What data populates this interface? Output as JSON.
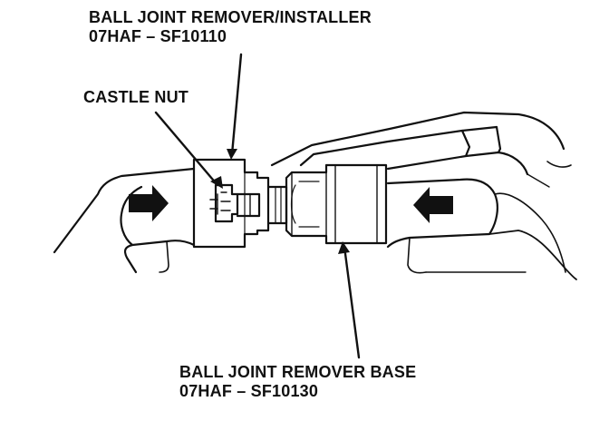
{
  "labels": {
    "installer": {
      "name": "BALL JOINT REMOVER/INSTALLER",
      "part_number": "07HAF – SF10110"
    },
    "castle_nut": {
      "name": "CASTLE NUT"
    },
    "base": {
      "name": "BALL JOINT REMOVER BASE",
      "part_number": "07HAF – SF10130"
    }
  },
  "colors": {
    "ink": "#111111",
    "paper": "#ffffff"
  },
  "icons": {
    "left_arrow": "arrow-right-filled",
    "right_arrow": "arrow-left-filled"
  }
}
